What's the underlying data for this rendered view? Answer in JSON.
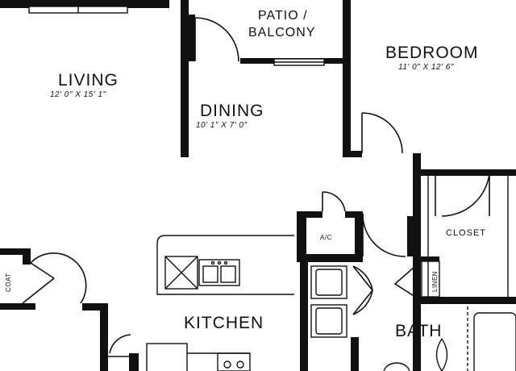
{
  "rooms": {
    "living": {
      "name": "Living",
      "dims": "12' 0\" x 15' 1\""
    },
    "dining": {
      "name": "Dining",
      "dims": "10' 1\" x 7' 0\""
    },
    "bedroom": {
      "name": "Bedroom",
      "dims": "11' 0\" x 12' 6\""
    },
    "patio": {
      "name_line1": "Patio /",
      "name_line2": "Balcony"
    },
    "kitchen": {
      "name": "Kitchen"
    },
    "bath": {
      "name": "Bath"
    },
    "closet": {
      "name": "Closet"
    },
    "ac": {
      "name": "A/C"
    },
    "linen": {
      "name": "Linen"
    },
    "coat": {
      "name": "Coat"
    }
  }
}
